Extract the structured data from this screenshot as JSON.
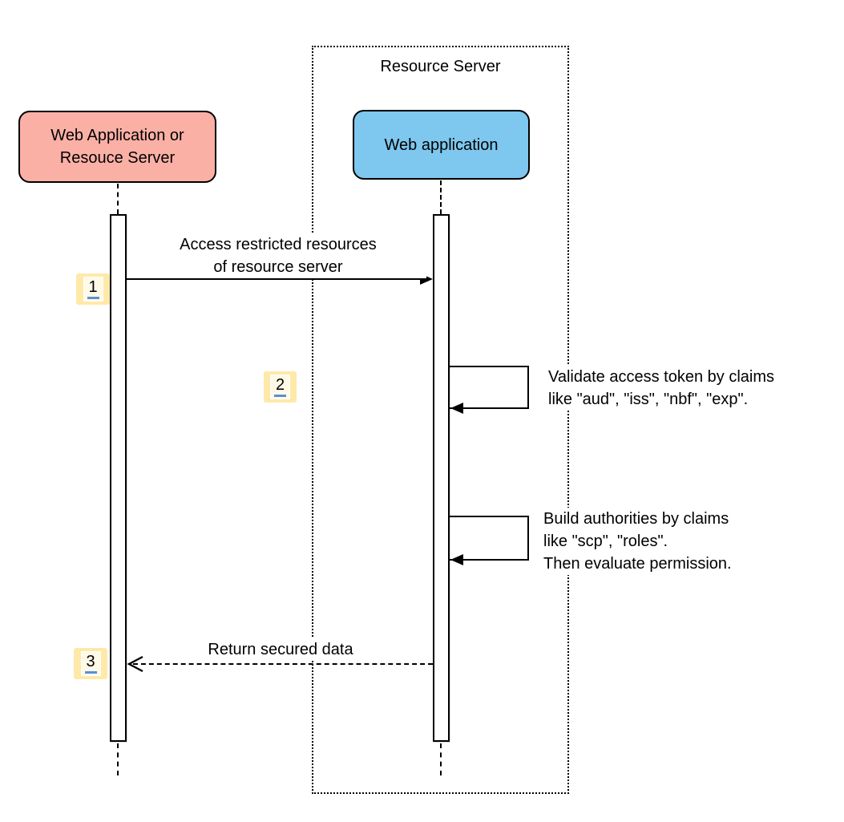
{
  "diagram_type": "uml-sequence-diagram",
  "boundary": {
    "title": "Resource Server"
  },
  "actors": {
    "client": {
      "line1": "Web Application or",
      "line2": "Resouce Server"
    },
    "server_app": {
      "label": "Web application"
    }
  },
  "messages": {
    "access": {
      "step": "1",
      "line1": "Access restricted resources",
      "line2": "of resource server",
      "style": "solid-filled-arrow"
    },
    "validate": {
      "step": "2",
      "line1": "Validate access token by claims",
      "line2": "like \"aud\", \"iss\", \"nbf\", \"exp\".",
      "style": "self-message"
    },
    "build": {
      "line1": "Build authorities by claims",
      "line2": "like \"scp\", \"roles\".",
      "line3": "Then evaluate permission.",
      "style": "self-message"
    },
    "return": {
      "step": "3",
      "line1": "Return secured data",
      "style": "dashed-open-arrow"
    }
  },
  "colors": {
    "client_fill": "#FBB0A6",
    "server_app_fill": "#7EC7EE",
    "stroke": "#000000",
    "badge_fill": "#FFE9A9",
    "badge_underline": "#5B8FD9",
    "background": "#FFFFFF"
  }
}
